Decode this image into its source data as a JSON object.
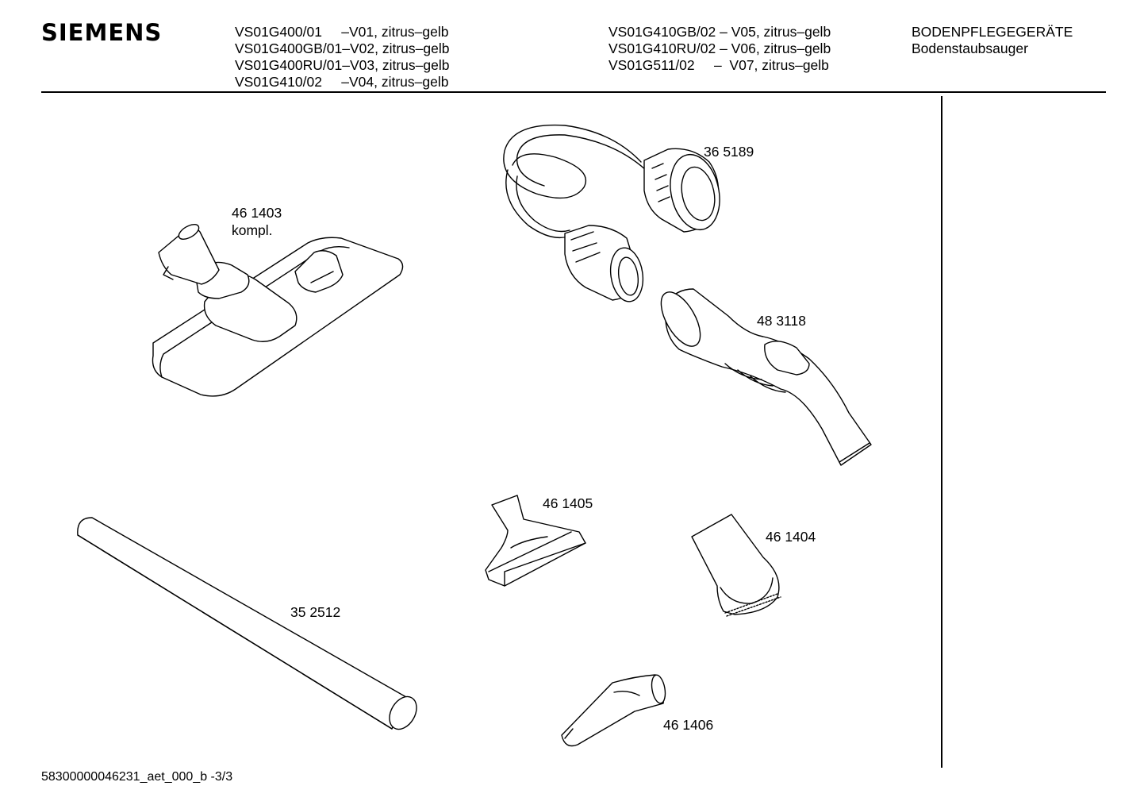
{
  "header": {
    "brand": "SIEMENS",
    "models_left": [
      "VS01G400/01     –V01, zitrus–gelb",
      "VS01G400GB/01–V02, zitrus–gelb",
      "VS01G400RU/01–V03, zitrus–gelb",
      "VS01G410/02     –V04, zitrus–gelb"
    ],
    "models_mid": [
      "VS01G410GB/02 – V05, zitrus–gelb",
      "VS01G410RU/02 – V06, zitrus–gelb",
      "VS01G511/02     –  V07, zitrus–gelb"
    ],
    "category": [
      "BODENPFLEGEGERÄTE",
      "Bodenstaubsauger"
    ]
  },
  "parts": {
    "floor_nozzle": "46 1403",
    "floor_nozzle_note": "kompl.",
    "hose": "36 5189",
    "handle": "48 3118",
    "upholstery_nozzle": "46 1405",
    "brush_nozzle": "46 1404",
    "tube": "35 2512",
    "crevice_tool": "46 1406"
  },
  "footer": {
    "doc_id": "58300000046231_aet_000_b  -3/3"
  }
}
